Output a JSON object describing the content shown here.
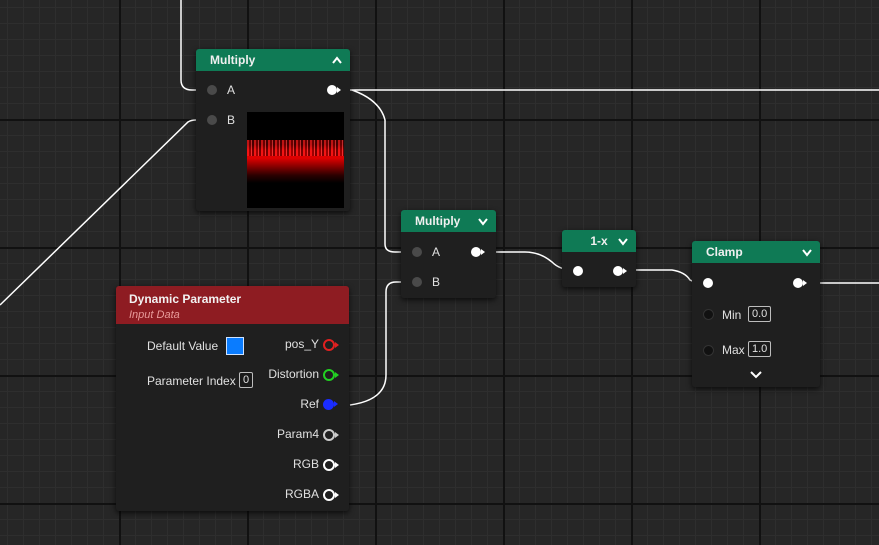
{
  "nodes": {
    "multiply_top": {
      "title": "Multiply",
      "inputs": [
        "A",
        "B"
      ],
      "chevron": "chevron-up"
    },
    "multiply_mid": {
      "title": "Multiply",
      "inputs": [
        "A",
        "B"
      ],
      "chevron": "chevron-down"
    },
    "one_minus_x": {
      "title": "1-x",
      "chevron": "chevron-down"
    },
    "clamp": {
      "title": "Clamp",
      "chevron": "chevron-down",
      "min_label": "Min",
      "min_value": "0.0",
      "max_label": "Max",
      "max_value": "1.0"
    },
    "dynamic_parameter": {
      "title": "Dynamic Parameter",
      "subtitle": "Input Data",
      "default_value_label": "Default Value",
      "default_value_color": "#0a7cff",
      "parameter_index_label": "Parameter Index",
      "parameter_index_value": "0",
      "outputs": [
        "pos_Y",
        "Distortion",
        "Ref",
        "Param4",
        "RGB",
        "RGBA"
      ],
      "output_colors": [
        "#e02020",
        "#22d022",
        "#1a2cff",
        "#cccccc",
        "#ffffff",
        "#ffffff"
      ]
    }
  },
  "colors": {
    "node_header_green": "#0f7a55",
    "node_header_red": "#8e1c22",
    "node_body": "#1f1f1f",
    "wire": "#ffffff"
  },
  "chevrons": {
    "up": "⌃",
    "down": "⌄"
  }
}
